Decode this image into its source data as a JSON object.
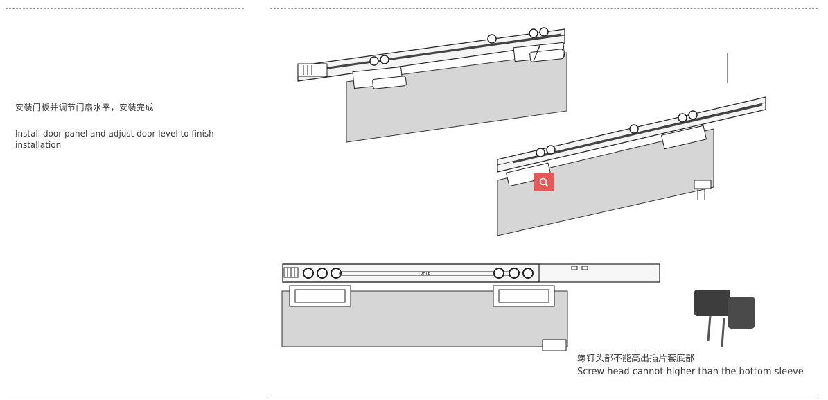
{
  "step": {
    "text_cn": "安装门板并调节门扇水平，安装完成",
    "text_en": "Install door panel  and adjust door level to finish installation"
  },
  "figure": {
    "caption_cn": "螺钉头部不能高出插片套底部",
    "caption_en": "Screw head cannot higher than the bottom sleeve",
    "rail_label": "TUPTE"
  },
  "zoom": {
    "icon": "zoom-in-icon",
    "color": "#e45a5a"
  }
}
